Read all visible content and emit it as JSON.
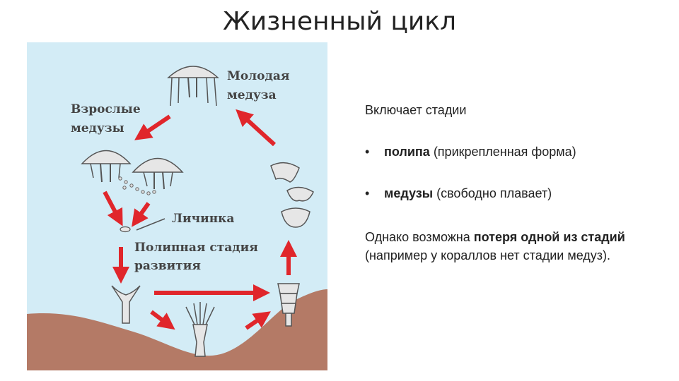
{
  "title": "Жизненный цикл",
  "diagram": {
    "labels": {
      "young_medusa_1": "Молодая",
      "young_medusa_2": "медуза",
      "adult_medusae_1": "Взрослые",
      "adult_medusae_2": "медузы",
      "larva": "Личинка",
      "polyp_stage_1": "Полипная стадия",
      "polyp_stage_2": "развития"
    },
    "colors": {
      "water": "#d3ecf6",
      "seabed": "#b47a66",
      "arrow": "#e0262b",
      "organism": "#e8e8e8"
    }
  },
  "text": {
    "intro": "Включает стадии",
    "bullets": [
      {
        "bold": "полипа",
        "rest": " (прикрепленная форма)"
      },
      {
        "bold": "медузы",
        "rest": " (свободно плавает)"
      }
    ],
    "para_start": "Однако возможна ",
    "para_bold": "потеря одной из стадий",
    "para_end": " (например у кораллов нет стадии медуз)."
  }
}
